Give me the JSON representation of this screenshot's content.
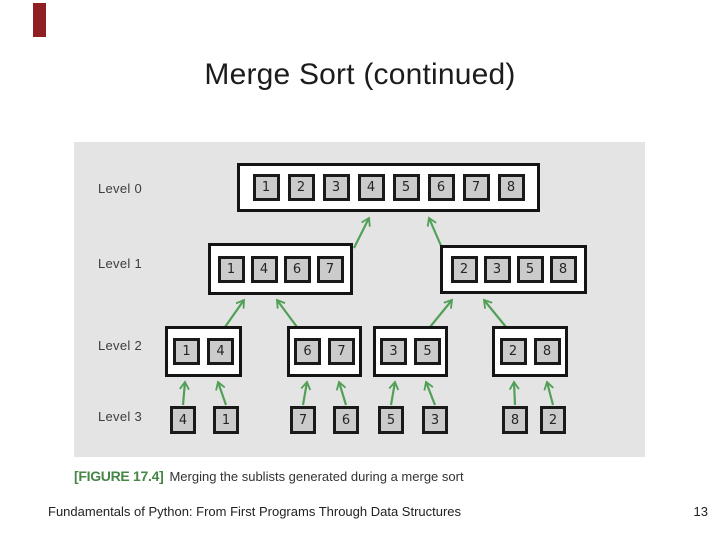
{
  "slide": {
    "title": "Merge Sort (continued)",
    "accent_color": "#8e2024",
    "footer": {
      "book_title": "Fundamentals of Python: From First Programs Through Data Structures",
      "page_number": "13"
    }
  },
  "figure": {
    "caption_tag": "[FIGURE 17.4]",
    "caption_text": "Merging the sublists generated during a merge sort",
    "background_color": "#e4e4e4",
    "arrow_color": "#52a057",
    "cell_fill_color": "#cbcbcb",
    "levels": [
      {
        "label": "Level 0",
        "groups": [
          {
            "cells": [
              "1",
              "2",
              "3",
              "4",
              "5",
              "6",
              "7",
              "8"
            ]
          }
        ]
      },
      {
        "label": "Level 1",
        "groups": [
          {
            "cells": [
              "1",
              "4",
              "6",
              "7"
            ]
          },
          {
            "cells": [
              "2",
              "3",
              "5",
              "8"
            ]
          }
        ]
      },
      {
        "label": "Level 2",
        "groups": [
          {
            "cells": [
              "1",
              "4"
            ]
          },
          {
            "cells": [
              "6",
              "7"
            ]
          },
          {
            "cells": [
              "3",
              "5"
            ]
          },
          {
            "cells": [
              "2",
              "8"
            ]
          }
        ]
      },
      {
        "label": "Level 3",
        "groups": [
          {
            "cells": [
              "4"
            ]
          },
          {
            "cells": [
              "1"
            ]
          },
          {
            "cells": [
              "7"
            ]
          },
          {
            "cells": [
              "6"
            ]
          },
          {
            "cells": [
              "5"
            ]
          },
          {
            "cells": [
              "3"
            ]
          },
          {
            "cells": [
              "8"
            ]
          },
          {
            "cells": [
              "2"
            ]
          }
        ]
      }
    ]
  }
}
